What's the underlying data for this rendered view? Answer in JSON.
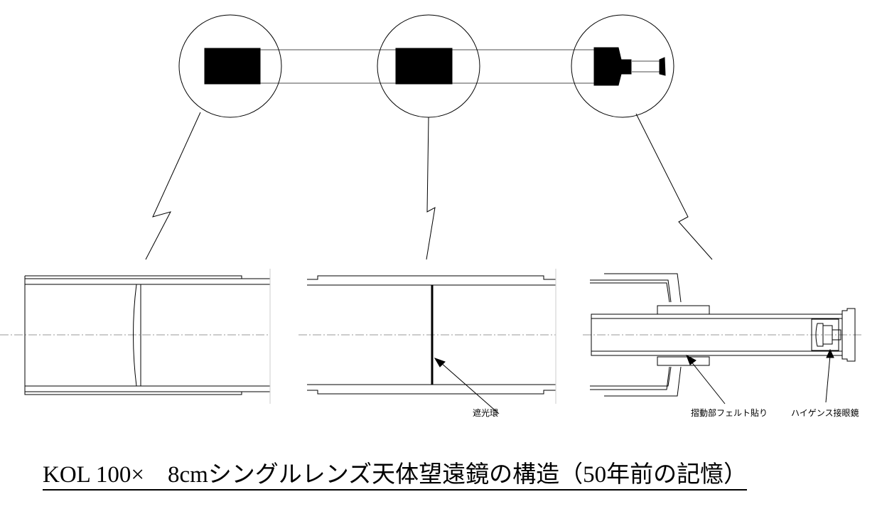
{
  "title": "KOL 100×　8cmシングルレンズ天体望遠鏡の構造（50年前の記憶）",
  "labels": {
    "light_baffle": "遮光環",
    "sliding_felt": "摺動部フェルト貼り",
    "huygens_eyepiece": "ハイゲンス接眼鏡"
  },
  "colors": {
    "line": "#000000",
    "tube": "#888888",
    "centerline": "#999999"
  }
}
